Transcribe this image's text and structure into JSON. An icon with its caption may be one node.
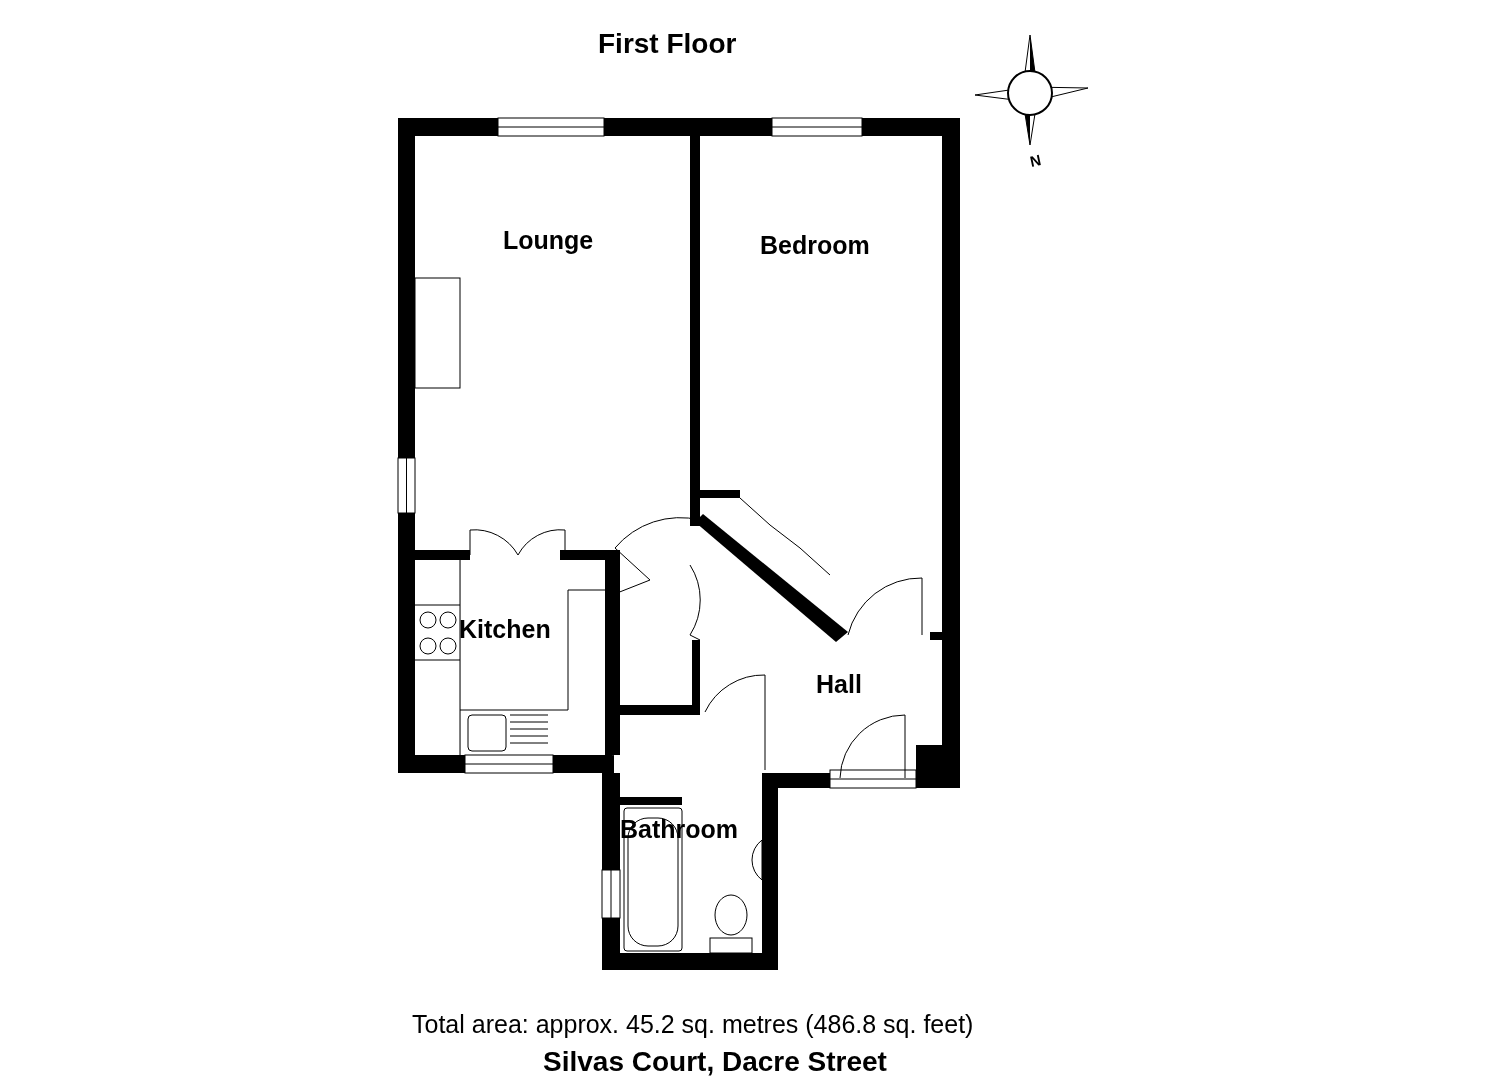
{
  "diagram": {
    "title": "First Floor",
    "caption": "Total area: approx. 45.2 sq. metres (486.8 sq. feet)",
    "nodes": [
      {
        "text": [
          "Lounge"
        ]
      },
      {
        "text": [
          "Bedroom"
        ]
      },
      {
        "text": [
          "Kitchen"
        ]
      },
      {
        "text": [
          "Hall"
        ]
      },
      {
        "text": [
          "Bathroom"
        ]
      }
    ],
    "labels": [
      "N",
      "Silvas Court, Dacre Street"
    ]
  }
}
